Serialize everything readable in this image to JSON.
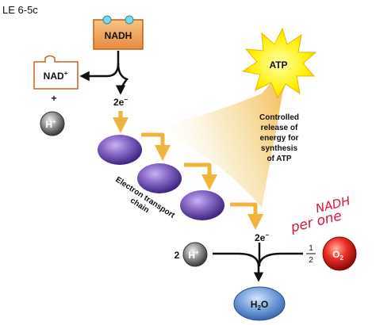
{
  "figure_id": "LE 6-5c",
  "nadh": {
    "label": "NADH"
  },
  "nad_plus": {
    "label": "NAD",
    "superscript": "+"
  },
  "plus_sign": "+",
  "h_plus_top": {
    "label": "H",
    "superscript": "+"
  },
  "two_e_top": {
    "label": "2e",
    "superscript": "−"
  },
  "atp": {
    "label": "ATP"
  },
  "release_caption": [
    "Controlled",
    "release of",
    "energy for",
    "synthesis",
    "of ATP"
  ],
  "etc_caption": [
    "Electron transport",
    "chain"
  ],
  "handwritten_note": [
    "per one",
    "NADH"
  ],
  "two_e_bottom": {
    "label": "2e",
    "superscript": "−"
  },
  "h_plus_bottom": {
    "coefficient": "2",
    "label": "H",
    "superscript": "+"
  },
  "half_fraction": {
    "numerator": "1",
    "denominator": "2"
  },
  "o2": {
    "label": "O",
    "subscript": "2"
  },
  "water": {
    "label": "H",
    "subscript": "2",
    "tail": "O"
  },
  "colors": {
    "nadh_fill": "#f0a25a",
    "nad_border": "#c8641e",
    "arrow_orange": "#f0b43c",
    "protein_purple": "#7a5cb4",
    "star_yellow": "#fff000",
    "o2_red": "#e02020",
    "water_blue": "#6a9ad8",
    "handwriting": "#e0103a"
  }
}
